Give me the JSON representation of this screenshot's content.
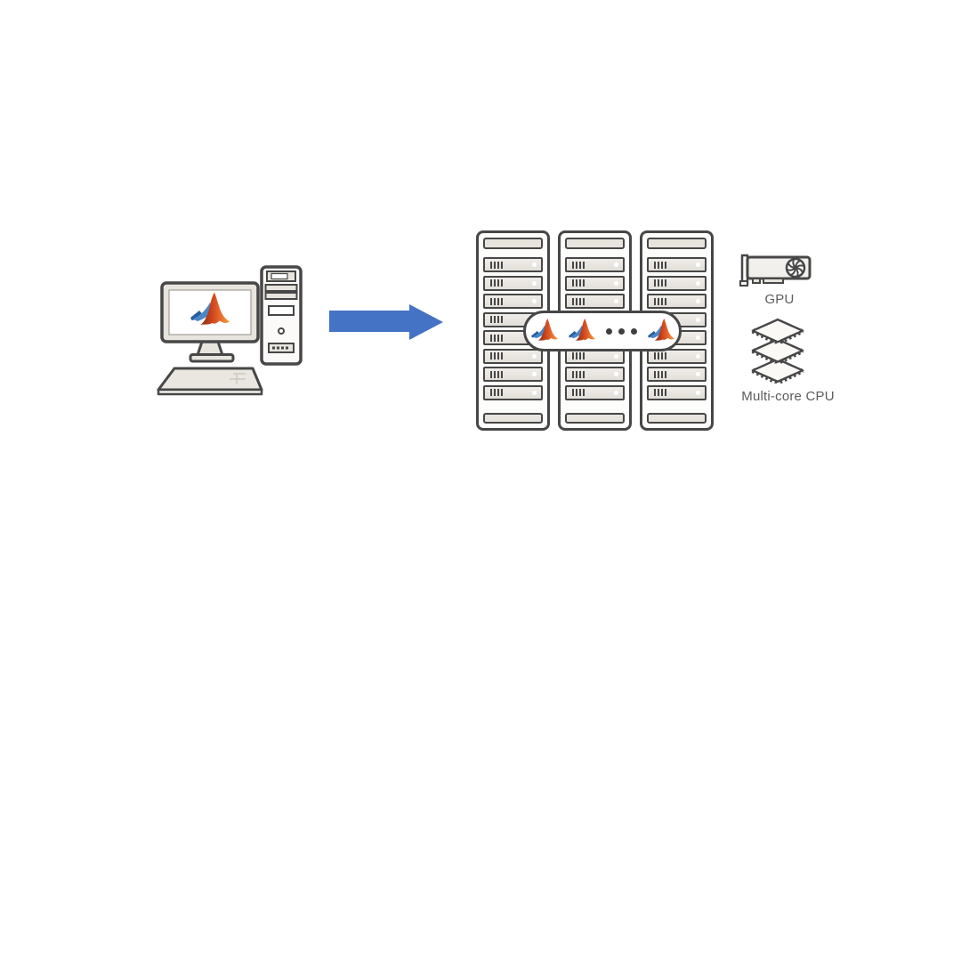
{
  "workstation": {
    "icon": "desktop-computer-with-matlab-icon",
    "screen_logo": "matlab-logo"
  },
  "arrow": {
    "icon": "arrow-right-icon",
    "direction": "right",
    "color": "#4472c4"
  },
  "cluster": {
    "racks": 3,
    "units_per_rack": 8,
    "bars_per_unit": 4,
    "pill": {
      "matlab_logos": 3,
      "ellipsis_dots": 3
    }
  },
  "gpu": {
    "icon": "gpu-icon",
    "label": "GPU"
  },
  "cpu": {
    "icon": "multicore-cpu-icon",
    "label": "Multi-core CPU"
  },
  "colors": {
    "background": "#ffffff",
    "outline": "#474747",
    "panel_fill": "#e7e4de",
    "arrow_blue": "#4472c4",
    "label_text": "#5c5c5c",
    "matlab_orange": "#d6491f",
    "matlab_blue": "#4b86c8",
    "matlab_dark_blue": "#265f9f"
  }
}
